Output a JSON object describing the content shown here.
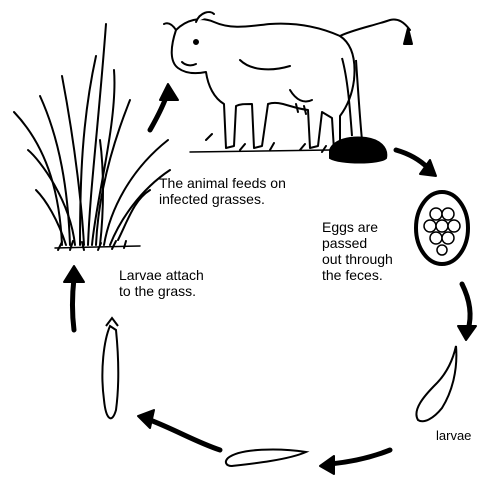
{
  "diagram": {
    "labels": {
      "feeds": "The animal feeds on\ninfected grasses.",
      "eggs": "Eggs are\npassed\nout through\nthe feces.",
      "attach": "Larvae attach\nto the grass.",
      "larvae": "larvae"
    },
    "colors": {
      "ink": "#000000",
      "background": "#ffffff"
    }
  }
}
